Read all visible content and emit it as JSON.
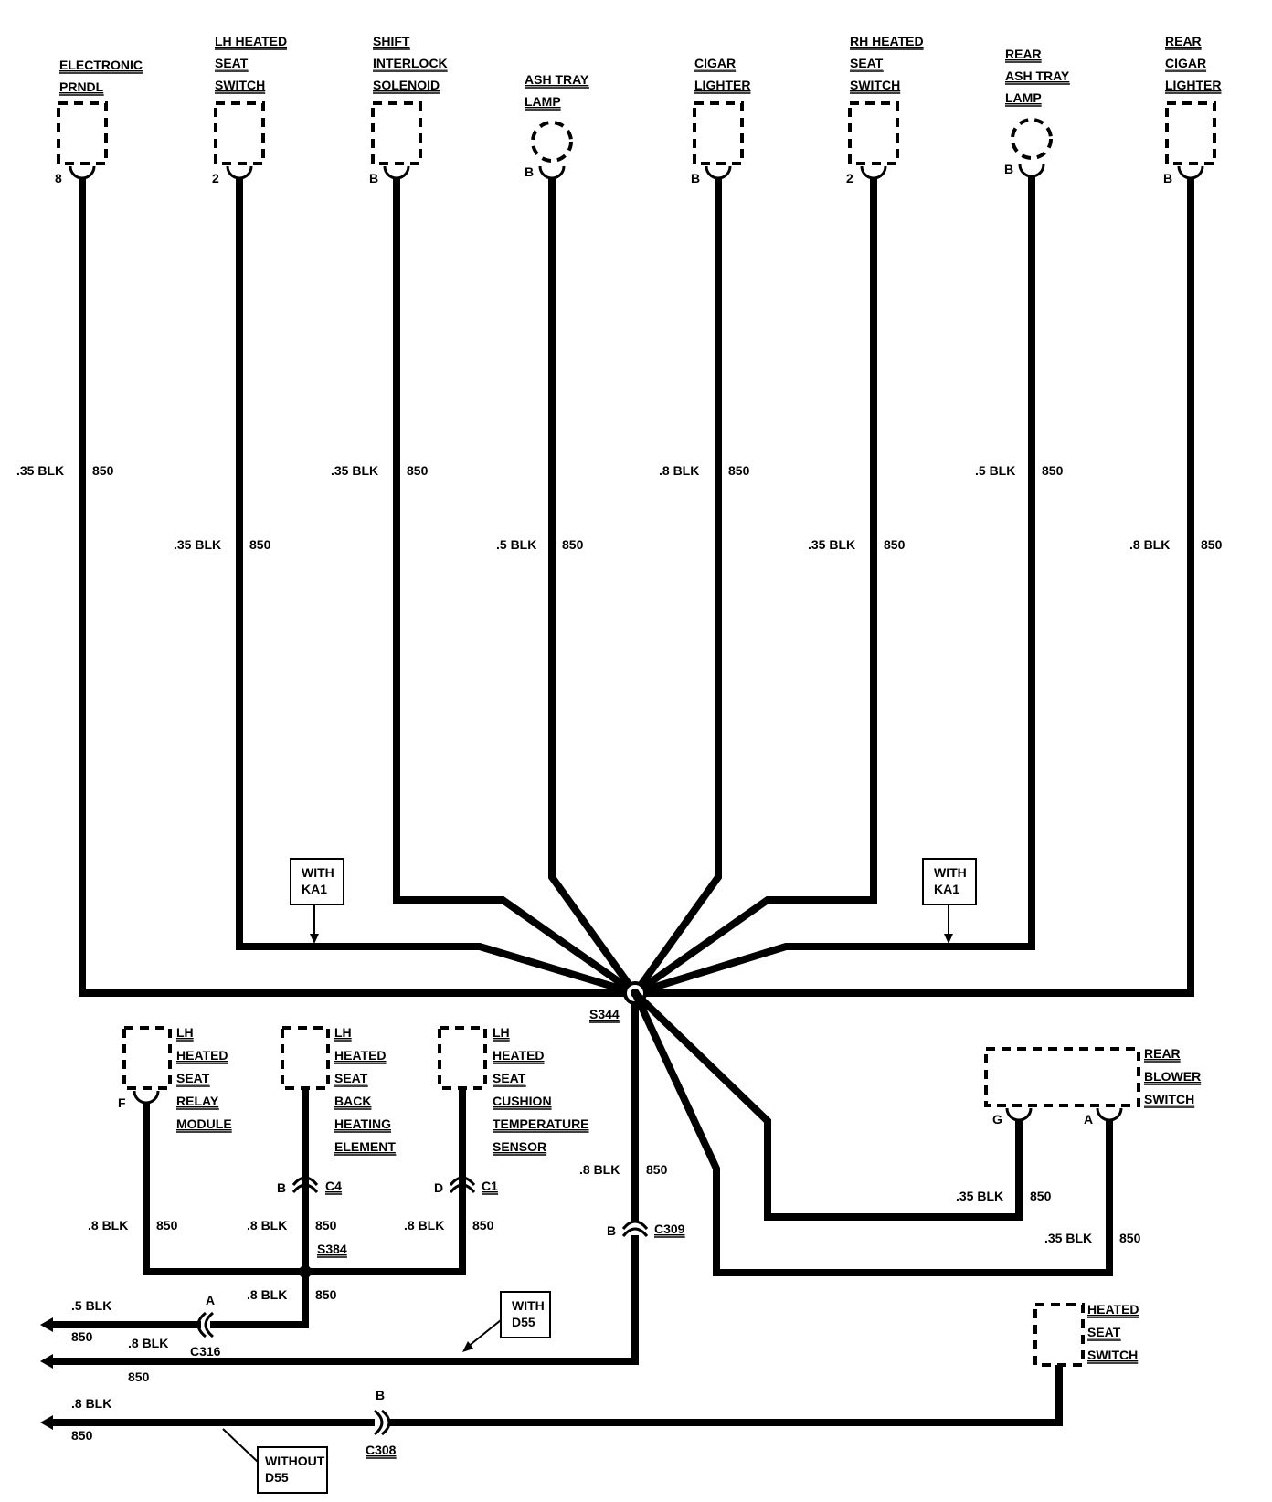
{
  "components": {
    "prndl": [
      "ELECTRONIC",
      "PRNDL"
    ],
    "lh_seat_switch": [
      "LH HEATED",
      "SEAT",
      "SWITCH"
    ],
    "shift_interlock": [
      "SHIFT",
      "INTERLOCK",
      "SOLENOID"
    ],
    "ash_tray_lamp": [
      "ASH TRAY",
      "LAMP"
    ],
    "cigar_lighter": [
      "CIGAR",
      "LIGHTER"
    ],
    "rh_seat_switch": [
      "RH HEATED",
      "SEAT",
      "SWITCH"
    ],
    "rear_ash_tray_lamp": [
      "REAR",
      "ASH TRAY",
      "LAMP"
    ],
    "rear_cigar_lighter": [
      "REAR",
      "CIGAR",
      "LIGHTER"
    ],
    "lh_relay_module": [
      "LH",
      "HEATED",
      "SEAT",
      "RELAY",
      "MODULE"
    ],
    "lh_back_element": [
      "LH",
      "HEATED",
      "SEAT",
      "BACK",
      "HEATING",
      "ELEMENT"
    ],
    "lh_cushion_sensor": [
      "LH",
      "HEATED",
      "SEAT",
      "CUSHION",
      "TEMPERATURE",
      "SENSOR"
    ],
    "rear_blower_switch": [
      "REAR",
      "BLOWER",
      "SWITCH"
    ],
    "heated_seat_switch": [
      "HEATED",
      "SEAT",
      "SWITCH"
    ]
  },
  "pins": {
    "prndl": "8",
    "lh_seat_switch": "2",
    "shift_interlock": "B",
    "ash_tray_lamp": "B",
    "cigar_lighter": "B",
    "rh_seat_switch": "2",
    "rear_ash_tray_lamp": "B",
    "rear_cigar_lighter": "B",
    "relay_module": "F",
    "c4": "B",
    "c1": "D",
    "c309": "B",
    "rear_blower_g": "G",
    "rear_blower_a": "A",
    "c316": "A",
    "c308": "B"
  },
  "wires": {
    "w1": {
      "gauge": ".35 BLK",
      "circuit": "850"
    },
    "w2": {
      "gauge": ".35 BLK",
      "circuit": "850"
    },
    "w3": {
      "gauge": ".35 BLK",
      "circuit": "850"
    },
    "w4": {
      "gauge": ".5 BLK",
      "circuit": "850"
    },
    "w5": {
      "gauge": ".8 BLK",
      "circuit": "850"
    },
    "w6": {
      "gauge": ".35 BLK",
      "circuit": "850"
    },
    "w7": {
      "gauge": ".5 BLK",
      "circuit": "850"
    },
    "w8": {
      "gauge": ".8 BLK",
      "circuit": "850"
    },
    "relay": {
      "gauge": ".8 BLK",
      "circuit": "850"
    },
    "back": {
      "gauge": ".8 BLK",
      "circuit": "850"
    },
    "cushion": {
      "gauge": ".8 BLK",
      "circuit": "850"
    },
    "s384_out": {
      "gauge": ".8 BLK",
      "circuit": "850"
    },
    "s344_down": {
      "gauge": ".8 BLK",
      "circuit": "850"
    },
    "blower_g": {
      "gauge": ".35 BLK",
      "circuit": "850"
    },
    "blower_a": {
      "gauge": ".35 BLK",
      "circuit": "850"
    },
    "left1": {
      "gauge": ".5 BLK",
      "circuit": "850"
    },
    "left2": {
      "gauge": ".8 BLK",
      "circuit": "850"
    },
    "left3": {
      "gauge": ".8 BLK",
      "circuit": "850"
    }
  },
  "connectors": {
    "c4": "C4",
    "c1": "C1",
    "c309": "C309",
    "c316": "C316",
    "c308": "C308"
  },
  "splices": {
    "s344": "S344",
    "s384": "S384"
  },
  "notes": {
    "with_ka1": [
      "WITH",
      "KA1"
    ],
    "with_d55": [
      "WITH",
      "D55"
    ],
    "without_d55": [
      "WITHOUT",
      "D55"
    ]
  }
}
